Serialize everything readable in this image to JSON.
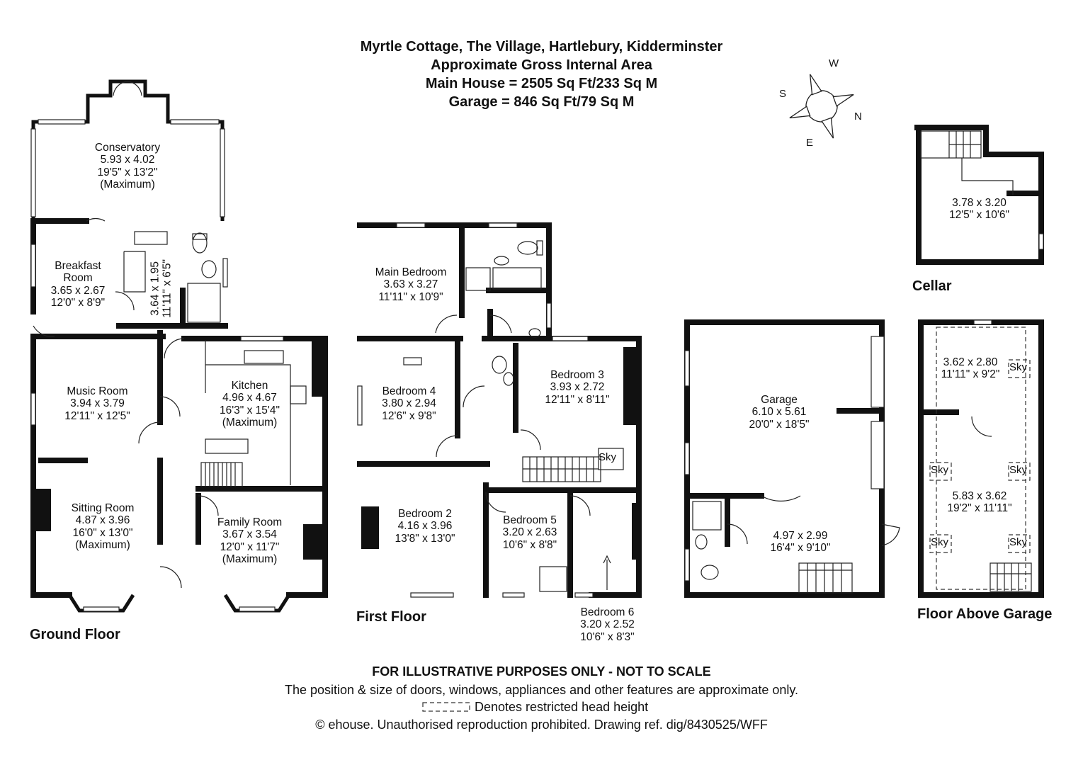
{
  "header": {
    "address": "Myrtle Cottage, The Village, Hartlebury, Kidderminster",
    "area_title": "Approximate Gross Internal Area",
    "main_house": "Main House = 2505 Sq Ft/233 Sq M",
    "garage": "Garage = 846 Sq Ft/79 Sq M"
  },
  "compass": {
    "n": "N",
    "s": "S",
    "e": "E",
    "w": "W"
  },
  "floors": {
    "ground": "Ground Floor",
    "first": "First Floor",
    "cellar": "Cellar",
    "above_garage": "Floor Above Garage"
  },
  "rooms": {
    "conservatory": [
      "Conservatory",
      "5.93 x 4.02",
      "19'5\" x 13'2\"",
      "(Maximum)"
    ],
    "breakfast": [
      "Breakfast",
      "Room",
      "3.65 x 2.67",
      "12'0\" x 8'9\""
    ],
    "utility": [
      "3.64 x 1.95",
      "11'11\" x 6'5\""
    ],
    "music": [
      "Music Room",
      "3.94 x 3.79",
      "12'11\" x 12'5\""
    ],
    "kitchen": [
      "Kitchen",
      "4.96 x 4.67",
      "16'3\" x 15'4\"",
      "(Maximum)"
    ],
    "sitting": [
      "Sitting Room",
      "4.87 x 3.96",
      "16'0\" x 13'0\"",
      "(Maximum)"
    ],
    "family": [
      "Family Room",
      "3.67 x 3.54",
      "12'0\" x 11'7\"",
      "(Maximum)"
    ],
    "main_bedroom": [
      "Main Bedroom",
      "3.63 x 3.27",
      "11'11\" x 10'9\""
    ],
    "bedroom4": [
      "Bedroom 4",
      "3.80 x 2.94",
      "12'6\" x 9'8\""
    ],
    "bedroom3": [
      "Bedroom 3",
      "3.93 x 2.72",
      "12'11\" x 8'11\""
    ],
    "bedroom2": [
      "Bedroom 2",
      "4.16 x 3.96",
      "13'8\" x 13'0\""
    ],
    "bedroom5": [
      "Bedroom 5",
      "3.20 x 2.63",
      "10'6\" x 8'8\""
    ],
    "bedroom6": [
      "Bedroom 6",
      "3.20 x 2.52",
      "10'6\" x 8'3\""
    ],
    "garage": [
      "Garage",
      "6.10 x 5.61",
      "20'0\" x 18'5\""
    ],
    "garage_rear": [
      "4.97 x 2.99",
      "16'4\" x 9'10\""
    ],
    "cellar": [
      "3.78 x 3.20",
      "12'5\" x 10'6\""
    ],
    "above1": [
      "3.62 x 2.80",
      "11'11\" x 9'2\""
    ],
    "above2": [
      "5.83 x 3.62",
      "19'2\" x 11'11\""
    ]
  },
  "sky": "Sky",
  "footer": {
    "disclaimer": "FOR ILLUSTRATIVE PURPOSES ONLY - NOT TO SCALE",
    "note": "The position & size of doors, windows, appliances and other features are approximate only.",
    "legend": "Denotes restricted head height",
    "copyright": "© ehouse. Unauthorised reproduction prohibited. Drawing ref. dig/8430525/WFF"
  },
  "colors": {
    "wall": "#111111",
    "line": "#222222",
    "bg": "#ffffff"
  }
}
